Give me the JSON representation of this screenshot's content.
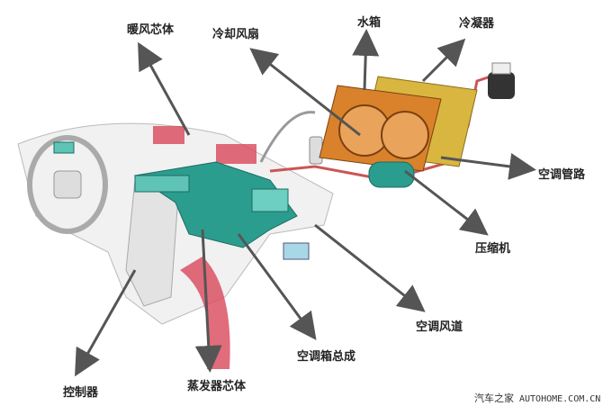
{
  "labels": {
    "heater_core": "暖风芯体",
    "cooling_fan": "冷却风扇",
    "radiator": "水箱",
    "condenser": "冷凝器",
    "ac_pipes": "空调管路",
    "compressor": "压缩机",
    "ac_duct": "空调风道",
    "hvac_assembly": "空调箱总成",
    "evaporator_core": "蒸发器芯体",
    "controller": "控制器"
  },
  "watermark": {
    "cn": "汽车之家",
    "en": "AUTOHOME.COM.CN"
  },
  "colors": {
    "hvac": "#2a9d8f",
    "radiator": "#d9822b",
    "condenser": "#d8b640",
    "duct_red": "#d9475a",
    "arrow": "#555555"
  }
}
